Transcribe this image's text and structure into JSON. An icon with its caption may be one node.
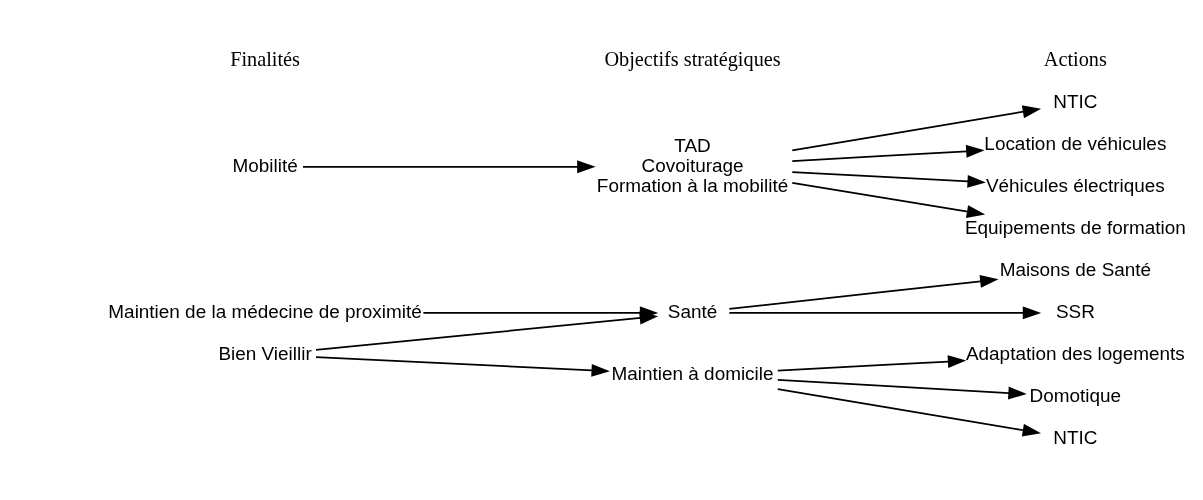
{
  "diagram": {
    "nodes": [
      {
        "text": [
          "Maintien de la médecine de proximité"
        ]
      },
      {
        "text": [
          "Bien Vieillir"
        ]
      },
      {
        "text": [
          "Mobilité"
        ]
      },
      {
        "text": [
          "Santé"
        ]
      },
      {
        "text": [
          "Maintien à domicile"
        ]
      },
      {
        "text": [
          "TAD",
          "Covoiturage",
          "Formation à la mobilité"
        ]
      },
      {
        "text": [
          "Maisons de Santé"
        ]
      },
      {
        "text": [
          "SSR"
        ]
      },
      {
        "text": [
          "Adaptation des logements"
        ]
      },
      {
        "text": [
          "Domotique"
        ]
      },
      {
        "text": [
          "NTIC"
        ]
      },
      {
        "text": [
          "NTIC"
        ]
      },
      {
        "text": [
          "Location de véhicules"
        ]
      },
      {
        "text": [
          "Véhicules électriques"
        ]
      },
      {
        "text": [
          "Equipements de formation"
        ]
      }
    ],
    "edges": [
      {
        "from": 0,
        "to": 3,
        "arrow": "to"
      },
      {
        "from": 1,
        "to": 3,
        "arrow": "to"
      },
      {
        "from": 1,
        "to": 4,
        "arrow": "to"
      },
      {
        "from": 2,
        "to": 5,
        "arrow": "to"
      },
      {
        "from": 3,
        "to": 6,
        "arrow": "to"
      },
      {
        "from": 3,
        "to": 7,
        "arrow": "to"
      },
      {
        "from": 4,
        "to": 8,
        "arrow": "to"
      },
      {
        "from": 4,
        "to": 9,
        "arrow": "to"
      },
      {
        "from": 4,
        "to": 10,
        "arrow": "to"
      },
      {
        "from": 5,
        "to": 11,
        "arrow": "to"
      },
      {
        "from": 5,
        "to": 12,
        "arrow": "to"
      },
      {
        "from": 5,
        "to": 13,
        "arrow": "to"
      },
      {
        "from": 5,
        "to": 14,
        "arrow": "to"
      }
    ],
    "labels": [
      "Finalités",
      "Objectifs stratégiques",
      "Actions"
    ]
  }
}
